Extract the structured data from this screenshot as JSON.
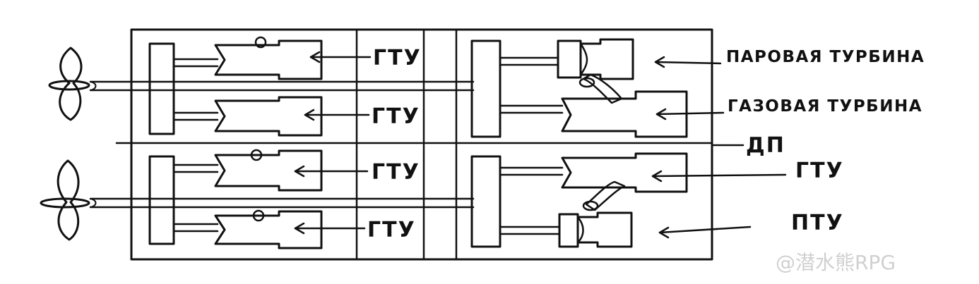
{
  "labels": {
    "gtu_1": "ГТУ",
    "gtu_2": "ГТУ",
    "gtu_3": "ГТУ",
    "gtu_4": "ГТУ",
    "steam_turbine": "ПАРОВАЯ ТУРБИНА",
    "gas_turbine": "ГАЗОВАЯ ТУРБИНА",
    "dp": "ДП",
    "gtu_right": "ГТУ",
    "ptu": "ПТУ"
  },
  "watermark": {
    "text": "@潜水熊RPG"
  },
  "colors": {
    "ink": "#111111",
    "hatch": "#c9c9c9",
    "paper": "#ffffff",
    "compartment": "#dcdcdc"
  }
}
